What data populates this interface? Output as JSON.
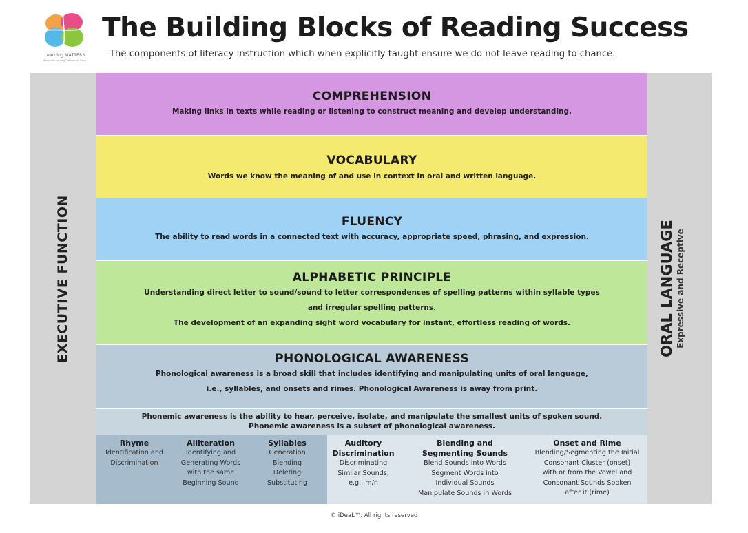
{
  "logo": {
    "name": "Learning MATTERS",
    "tagline": "Because Learning Differences Exist",
    "colors": [
      "#f4a24a",
      "#e84d8a",
      "#54b8e8",
      "#8cc63f"
    ]
  },
  "header": {
    "title": "The Building Blocks of Reading Success",
    "subtitle": "The components of literacy instruction which when explicitly taught ensure we do not leave reading to chance."
  },
  "sides": {
    "left": "EXECUTIVE FUNCTION",
    "right": "ORAL LANGUAGE",
    "right_sub": "Expressive and Receptive"
  },
  "blocks": {
    "comprehension": {
      "title": "COMPREHENSION",
      "color": "#d597e2",
      "lines": [
        "Making links in texts while reading or listening to construct meaning and develop understanding."
      ]
    },
    "vocabulary": {
      "title": "VOCABULARY",
      "color": "#f5ea70",
      "lines": [
        "Words we know the meaning of and use in context in oral and written language."
      ]
    },
    "fluency": {
      "title": "FLUENCY",
      "color": "#9fd2f5",
      "lines": [
        "The ability to read words in a connected text with accuracy, appropriate speed, phrasing, and expression."
      ]
    },
    "alphabetic": {
      "title": "ALPHABETIC PRINCIPLE",
      "color": "#bfe79a",
      "lines": [
        "Understanding direct letter to sound/sound to letter correspondences of spelling patterns within syllable types",
        "and irregular spelling patterns.",
        "The development of an expanding sight word vocabulary for instant, effortless reading of words."
      ]
    },
    "phonological": {
      "title": "PHONOLOGICAL AWARENESS",
      "color": "#b9cbd9",
      "lines": [
        "Phonological awareness is a broad skill that includes identifying and manipulating units of oral language,",
        "i.e., syllables, and onsets and rimes. Phonological Awareness is away from print."
      ]
    },
    "phonemic": {
      "color": "#c8d6e0",
      "lines": [
        "Phonemic awareness is the ability to hear, perceive, isolate, and manipulate the smallest units of spoken sound.",
        "Phonemic awareness is a subset of phonological awareness."
      ],
      "columns": [
        {
          "title": [
            "Rhyme"
          ],
          "lines": [
            "Identification and",
            "Discrimination"
          ]
        },
        {
          "title": [
            "Alliteration"
          ],
          "lines": [
            "Identifying and",
            "Generating Words",
            "with the same",
            "Beginning Sound"
          ]
        },
        {
          "title": [
            "Syllables"
          ],
          "lines": [
            "Generation",
            "Blending",
            "Deleting",
            "Substituting"
          ]
        },
        {
          "title": [
            "Auditory",
            "Discrimination"
          ],
          "lines": [
            "Discriminating",
            "Similar Sounds,",
            "e.g., m/n"
          ]
        },
        {
          "title": [
            "Blending and",
            "Segmenting Sounds"
          ],
          "lines": [
            "Blend Sounds into Words",
            "Segment Words into",
            "Individual Sounds",
            "Manipulate Sounds in Words"
          ]
        },
        {
          "title": [
            "Onset and Rime"
          ],
          "lines": [
            "Blending/Segmenting the Initial",
            "Consonant Cluster (onset)",
            "with or from the Vowel and",
            "Consonant Sounds Spoken",
            "after it (rime)"
          ]
        }
      ]
    }
  },
  "footer": "© iDeaL™.  All rights reserved"
}
